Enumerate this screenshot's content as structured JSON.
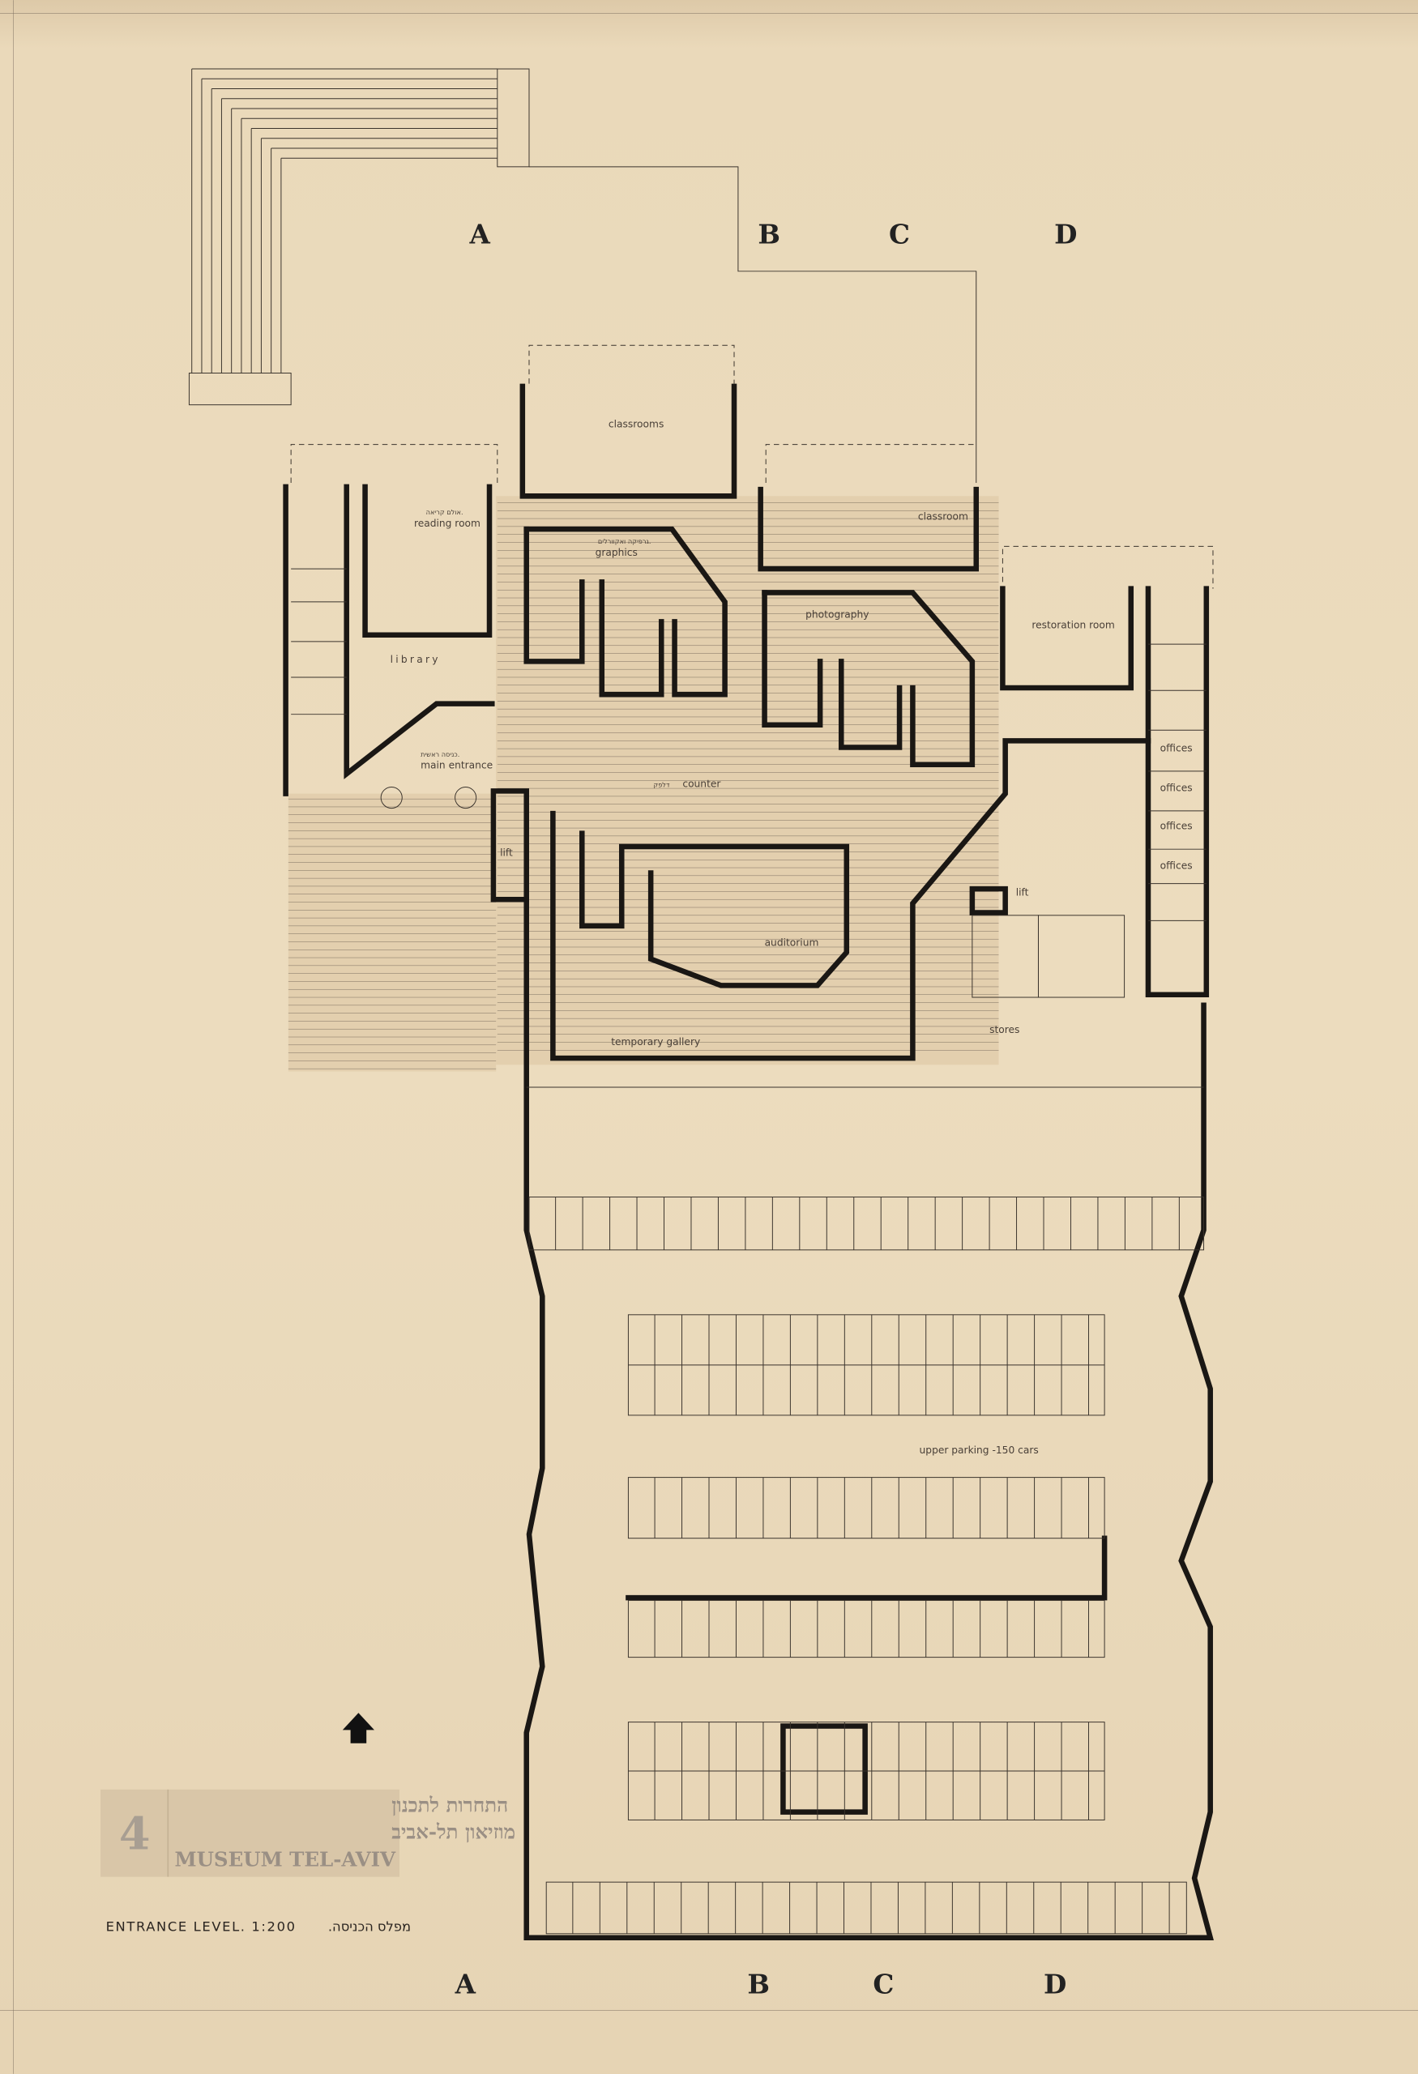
{
  "drawing": {
    "section_markers_top": [
      "A",
      "B",
      "C",
      "D"
    ],
    "section_markers_bottom": [
      "A",
      "B",
      "C",
      "D"
    ],
    "rooms": {
      "classrooms": "classrooms",
      "reading_room": "reading room",
      "reading_room_he": "אולם קריאה.",
      "graphics": "graphics",
      "graphics_he": "גרפיקה ואקוורלים.",
      "classroom": "classroom",
      "photography": "photography",
      "restoration_room": "restoration room",
      "library": "library",
      "main_entrance": "main entrance",
      "main_entrance_he": "כניסה ראשית.",
      "counter": "counter",
      "counter_he": "דלפק",
      "lift_left": "lift",
      "offices": [
        "offices",
        "offices",
        "offices",
        "offices"
      ],
      "lift_right": "lift",
      "auditorium": "auditorium",
      "stores": "stores",
      "temporary_gallery": "temporary gallery",
      "upper_parking": "upper parking -150 cars"
    }
  },
  "title_block": {
    "number": "4",
    "line1_he": "התחרות לתכנון",
    "line2_he": "מוזיאון תל-אביב",
    "line3": "MUSEUM TEL-AVIV"
  },
  "caption": {
    "text": "ENTRANCE LEVEL. 1:200",
    "text_he": ".מפלס הכניסה"
  },
  "colors": {
    "paper": "#ecdcbe",
    "ink": "#1a1714"
  }
}
